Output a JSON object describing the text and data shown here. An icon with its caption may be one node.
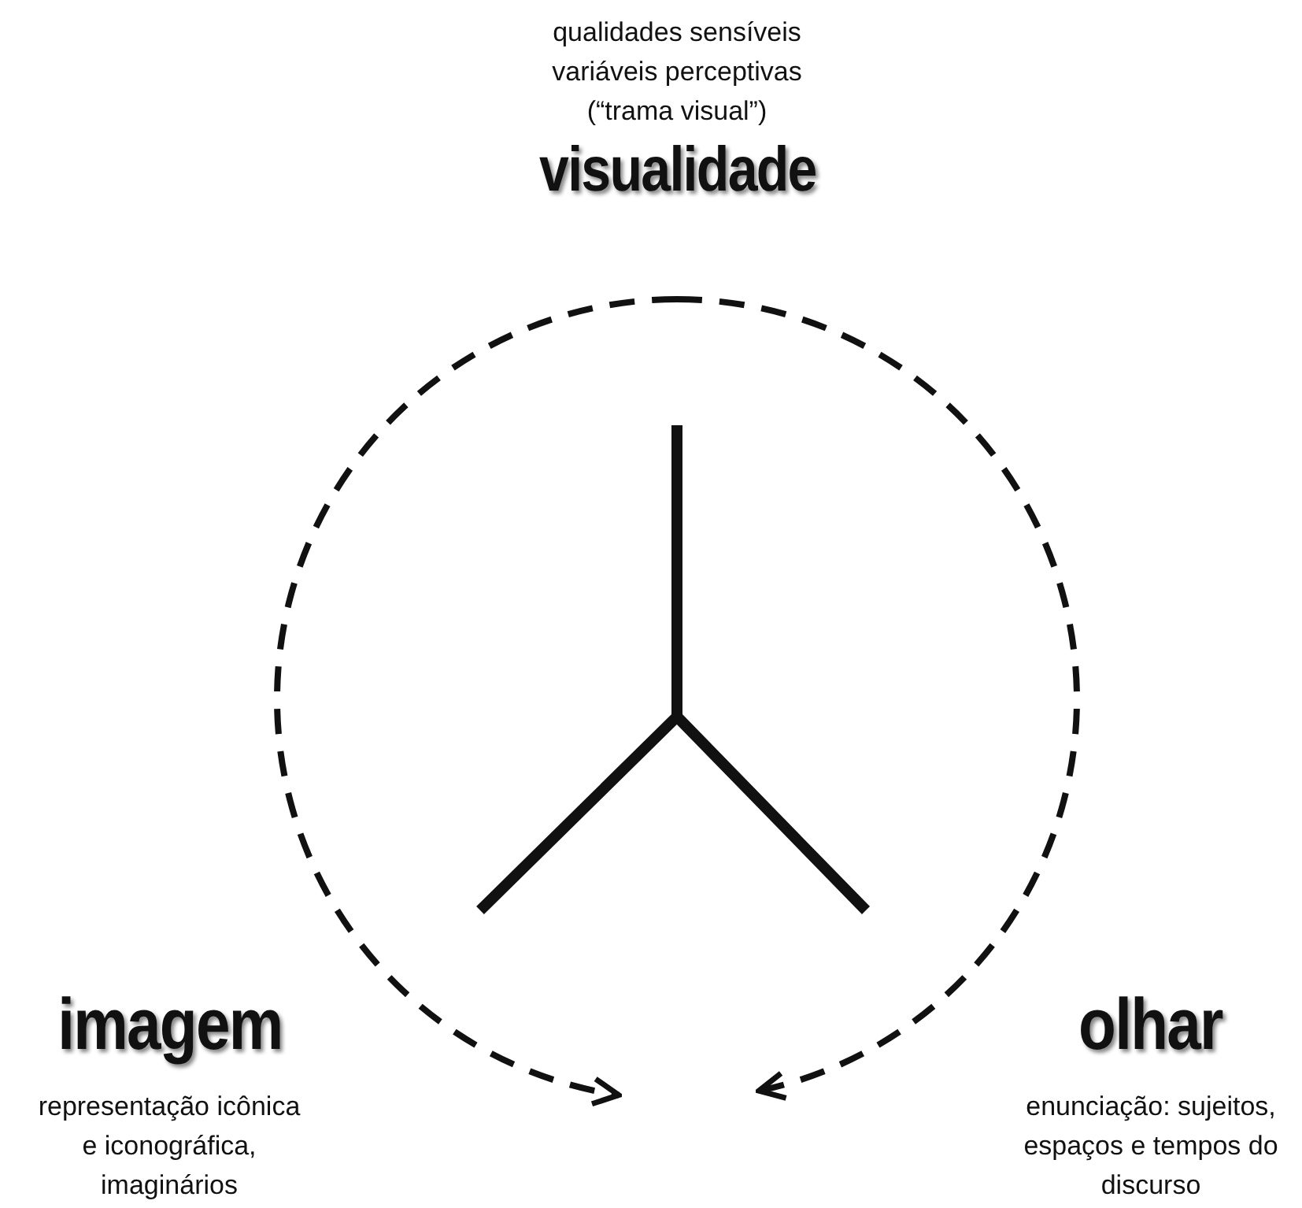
{
  "diagram": {
    "nodes": [
      {
        "text": [
          "qualidades sensíveis variáveis perceptivas (“trama visual”)",
          "visualidade"
        ]
      },
      {
        "text": [
          "imagem",
          "representação icônica e iconográfica, imaginários"
        ]
      },
      {
        "text": [
          "olhar",
          "enunciação: sujeitos, espaços e tempos do discurso"
        ]
      }
    ]
  }
}
